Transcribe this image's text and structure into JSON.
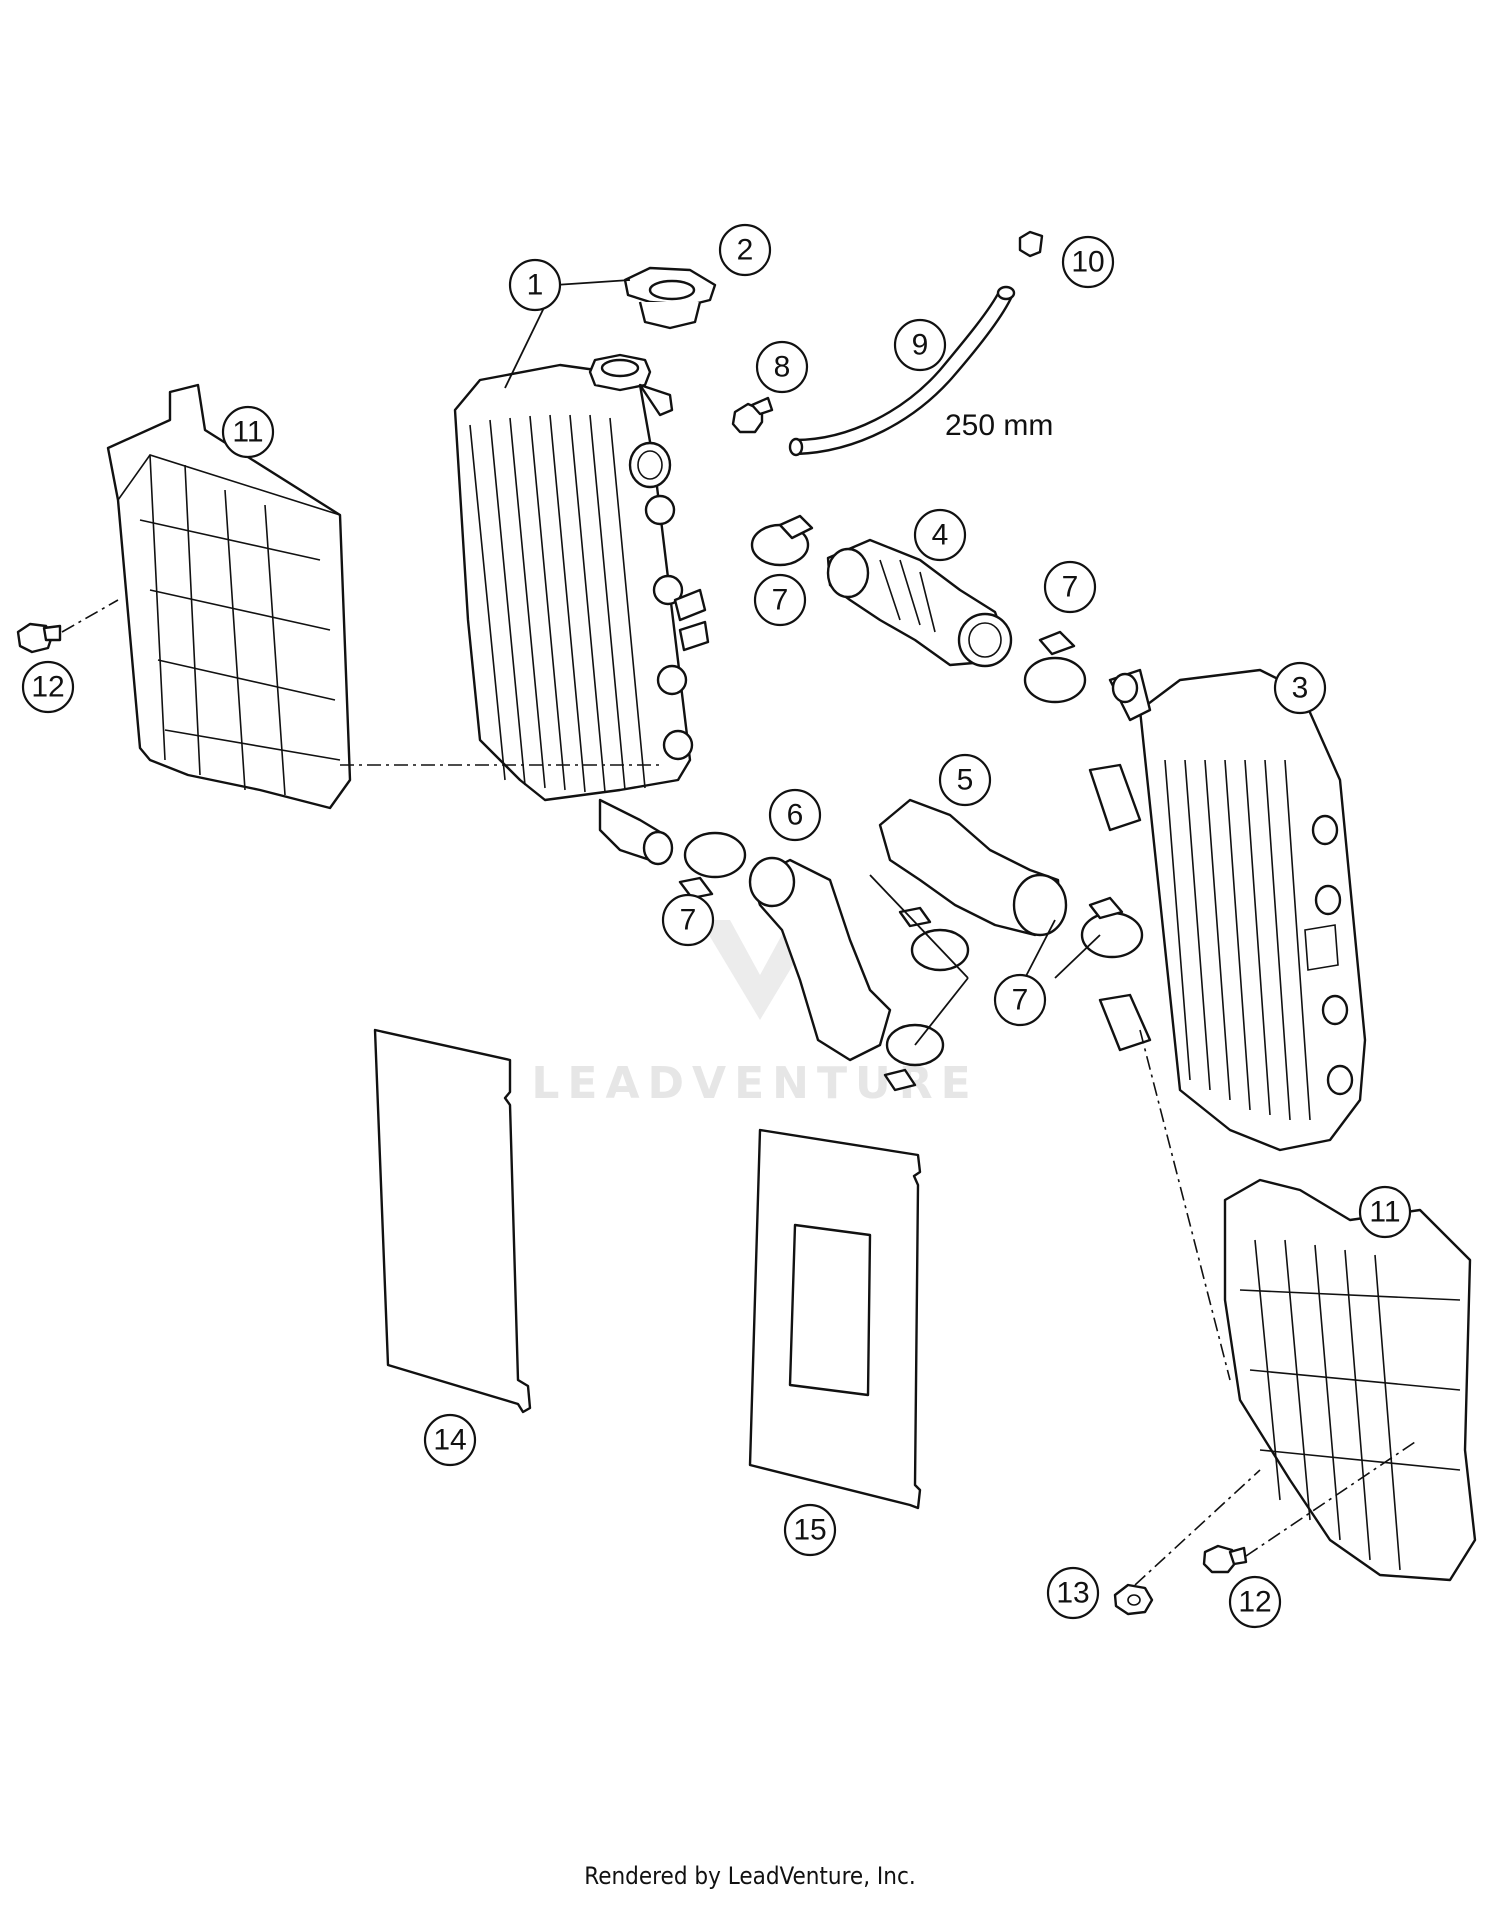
{
  "diagram": {
    "callouts": [
      {
        "id": "c1",
        "label": "1"
      },
      {
        "id": "c2",
        "label": "2"
      },
      {
        "id": "c3",
        "label": "3"
      },
      {
        "id": "c4",
        "label": "4"
      },
      {
        "id": "c5",
        "label": "5"
      },
      {
        "id": "c6",
        "label": "6"
      },
      {
        "id": "c7a",
        "label": "7"
      },
      {
        "id": "c7b",
        "label": "7"
      },
      {
        "id": "c7c",
        "label": "7"
      },
      {
        "id": "c7d",
        "label": "7"
      },
      {
        "id": "c8",
        "label": "8"
      },
      {
        "id": "c9",
        "label": "9"
      },
      {
        "id": "c10",
        "label": "10"
      },
      {
        "id": "c11a",
        "label": "11"
      },
      {
        "id": "c11b",
        "label": "11"
      },
      {
        "id": "c12a",
        "label": "12"
      },
      {
        "id": "c12b",
        "label": "12"
      },
      {
        "id": "c13",
        "label": "13"
      },
      {
        "id": "c14",
        "label": "14"
      },
      {
        "id": "c15",
        "label": "15"
      }
    ],
    "hose_length_label": "250 mm",
    "watermark_text": "LEADVENTURE"
  },
  "footer": {
    "text": "Rendered by LeadVenture, Inc."
  },
  "colors": {
    "line": "#111111",
    "background": "#ffffff",
    "watermark": "#e6e6e6"
  }
}
